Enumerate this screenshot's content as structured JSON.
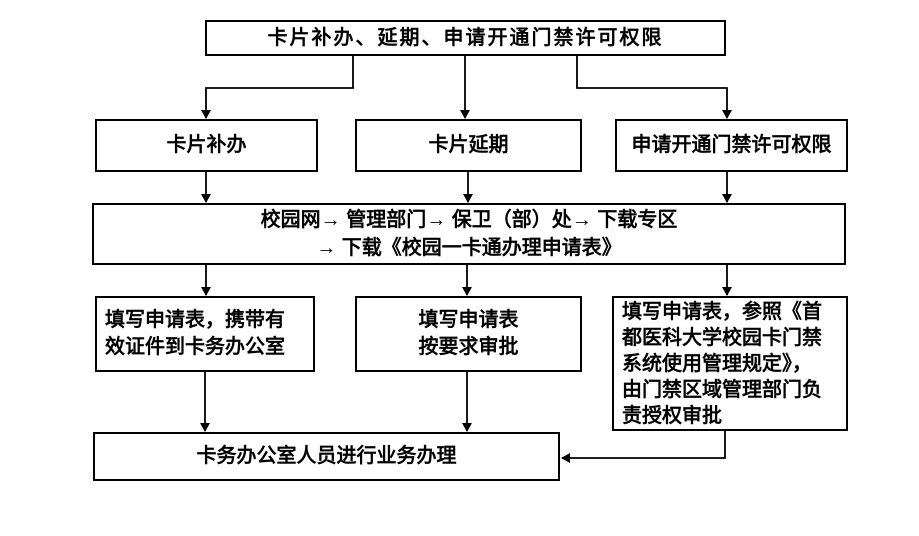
{
  "diagram": {
    "title_box": "卡片补办、延期、申请开通门禁许可权限",
    "row2": [
      {
        "label": "卡片补办"
      },
      {
        "label": "卡片延期"
      },
      {
        "label": "申请开通门禁许可权限"
      }
    ],
    "download_box": "校园网→ 管理部门→ 保卫（部）处→ 下载专区\n→ 下载《校园一卡通办理申请表》",
    "row3": [
      {
        "label": "填写申请表，携带有\n效证件到卡务办公室"
      },
      {
        "label": "填写申请表\n按要求审批"
      },
      {
        "label": "填写申请表，参照《首\n都医科大学校园卡门禁\n系统使用管理规定》，\n由门禁区域管理部门负\n责授权审批"
      }
    ],
    "final_box": "卡务办公室人员进行业务办理"
  },
  "colors": {
    "background": "#ffffff",
    "box_border": "#000000",
    "line": "#000000",
    "text": "#000000"
  }
}
